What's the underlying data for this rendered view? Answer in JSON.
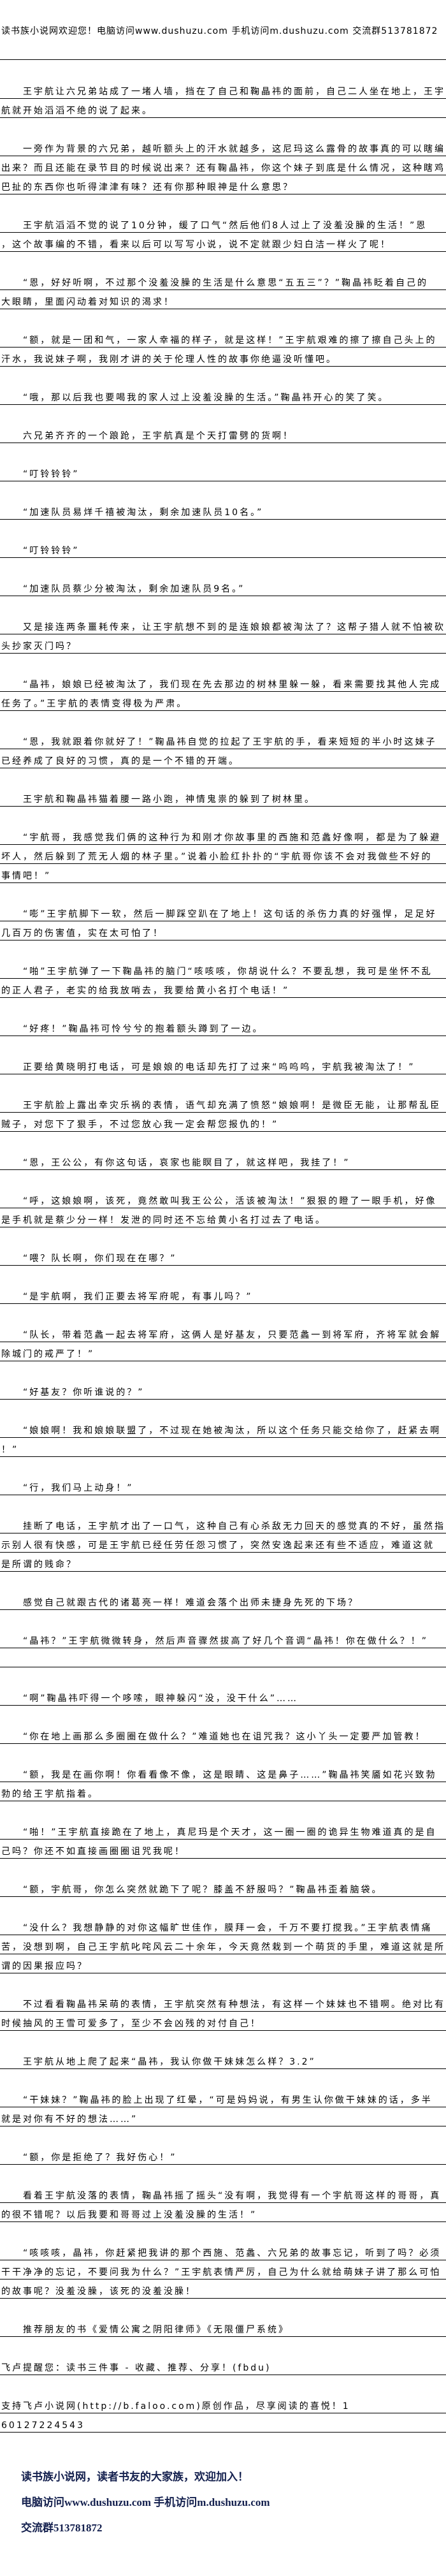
{
  "header": {
    "text": "读书族小说网欢迎您！电脑访问www.dushuzu.com 手机访问m.dushuzu.com 交流群513781872"
  },
  "paragraphs": [
    {
      "indent": true,
      "lines": [
        "王宇航让六兄弟站成了一堵人墙，挡在了自己和鞠晶祎的面前，自己二人坐在地上，王宇",
        "航就开始滔滔不绝的说了起来。"
      ]
    },
    {
      "indent": true,
      "lines": [
        "一旁作为背景的六兄弟，越听额头上的汗水就越多，这尼玛这么露骨的故事真的可以瞎编",
        "出来？而且还能在录节目的时候说出来？还有鞠晶祎，你这个妹子到底是什么情况，这种瞎鸡",
        "巴扯的东西你也听得津津有味？还有你那种眼神是什么意思？"
      ]
    },
    {
      "indent": true,
      "lines": [
        "王宇航滔滔不觉的说了10分钟，缓了口气“然后他们8人过上了没羞没臊的生活！”恩",
        "，这个故事编的不错，看来以后可以写写小说，说不定就跟少妇白洁一样火了呢！"
      ]
    },
    {
      "indent": true,
      "lines": [
        "“恩，好好听啊，不过那个没羞没臊的生活是什么意思“五五三”？”鞠晶祎眨着自己的",
        "大眼睛，里面闪动着对知识的渴求！"
      ]
    },
    {
      "indent": true,
      "lines": [
        "“额，就是一团和气，一家人幸福的样子，就是这样！”王宇航艰难的擦了擦自己头上的",
        "汗水，我说妹子啊，我刚才讲的关于伦理人性的故事你绝逼没听懂吧。"
      ]
    },
    {
      "indent": true,
      "lines": [
        "“哦，那以后我也要喝我的家人过上没羞没臊的生活。”鞠晶祎开心的笑了笑。"
      ]
    },
    {
      "indent": true,
      "lines": [
        "六兄弟齐齐的一个踉跄，王宇航真是个天打雷劈的货啊！"
      ]
    },
    {
      "indent": true,
      "lines": [
        "“叮铃铃铃”"
      ]
    },
    {
      "indent": true,
      "lines": [
        "“加速队员易烊千禧被淘汰，剩余加速队员10名。”"
      ]
    },
    {
      "indent": true,
      "lines": [
        "“叮铃铃铃”"
      ]
    },
    {
      "indent": true,
      "lines": [
        "“加速队员蔡少分被淘汰，剩余加速队员9名。”"
      ]
    },
    {
      "indent": true,
      "lines": [
        "又是接连两条噩耗传来，让王宇航想不到的是连娘娘都被淘汰了？这帮子猎人就不怕被砍",
        "头抄家灭门吗？"
      ]
    },
    {
      "indent": true,
      "lines": [
        "“晶祎，娘娘已经被淘汰了，我们现在先去那边的树林里躲一躲，看来需要找其他人完成",
        "任务了。”王宇航的表情变得极为严肃。"
      ]
    },
    {
      "indent": true,
      "lines": [
        "“恩，我就跟着你就好了！”鞠晶祎自觉的拉起了王宇航的手，看来短短的半小时这妹子",
        "已经养成了良好的习惯，真的是一个不错的开端。"
      ]
    },
    {
      "indent": true,
      "lines": [
        "王宇航和鞠晶祎猫着腰一路小跑，神情鬼祟的躲到了树林里。"
      ]
    },
    {
      "indent": true,
      "lines": [
        "“宇航哥，我感觉我们俩的这种行为和刚才你故事里的西施和范蠡好像啊，都是为了躲避",
        "坏人，然后躲到了荒无人烟的林子里。”说着小脸红扑扑的“宇航哥你该不会对我做些不好的",
        "事情吧！”"
      ]
    },
    {
      "indent": true,
      "lines": [
        "“嘭”王宇航脚下一软，然后一脚踩空趴在了地上！这句话的杀伤力真的好强悍，足足好",
        "几百万的伤害值，实在太可怕了！"
      ]
    },
    {
      "indent": true,
      "lines": [
        "“啪”王宇航弹了一下鞠晶祎的脑门“咳咳咳，你胡说什么？不要乱想，我可是坐怀不乱",
        "的正人君子，老实的给我放哨去，我要给黄小名打个电话！”"
      ]
    },
    {
      "indent": true,
      "lines": [
        "“好疼！”鞠晶祎可怜兮兮的抱着额头蹲到了一边。"
      ]
    },
    {
      "indent": true,
      "lines": [
        "正要给黄晓明打电话，可是娘娘的电话却先打了过来“呜呜呜，宇航我被淘汰了！”"
      ]
    },
    {
      "indent": true,
      "lines": [
        "王宇航脸上露出幸灾乐祸的表情，语气却充满了愤怒“娘娘啊！是微臣无能，让那帮乱臣",
        "贼子，对您下了狠手，不过您放心我一定会帮您报仇的！”"
      ]
    },
    {
      "indent": true,
      "lines": [
        "“恩，王公公，有你这句话，哀家也能瞑目了，就这样吧，我挂了！”"
      ]
    },
    {
      "indent": true,
      "lines": [
        "“呼，这娘娘啊，该死，竟然敢叫我王公公，活该被淘汰！”狠狠的瞪了一眼手机，好像",
        "是手机就是蔡少分一样！发泄的同时还不忘给黄小名打过去了电话。"
      ]
    },
    {
      "indent": true,
      "lines": [
        "“喂？队长啊，你们现在在哪？”"
      ]
    },
    {
      "indent": true,
      "lines": [
        "“是宇航啊，我们正要去将军府呢，有事儿吗？”"
      ]
    },
    {
      "indent": true,
      "lines": [
        "“队长，带着范蠡一起去将军府，这俩人是好基友，只要范蠡一到将军府，齐将军就会解",
        "除城门的戒严了！”"
      ]
    },
    {
      "indent": true,
      "lines": [
        "“好基友？你听谁说的？”"
      ]
    },
    {
      "indent": true,
      "lines": [
        "“娘娘啊！我和娘娘联盟了，不过现在她被淘汰，所以这个任务只能交给你了，赶紧去啊",
        "！”"
      ]
    },
    {
      "indent": true,
      "lines": [
        "“行，我们马上动身！”"
      ]
    },
    {
      "indent": true,
      "lines": [
        "挂断了电话，王宇航才出了一口气，这种自己有心杀敌无力回天的感觉真的不好，虽然指",
        "示别人很有快感，可是王宇航已经任劳任怨习惯了，突然安逸起来还有些不适应，难道这就",
        "是所谓的贱命？"
      ]
    },
    {
      "indent": true,
      "lines": [
        "感觉自己就跟古代的诸葛亮一样！难道会落个出师未捷身先死的下场？"
      ]
    },
    {
      "indent": true,
      "lines": [
        "“晶祎？”王宇航微微转身，然后声音骤然拔高了好几个音调“晶祎！你在做什么？！”",
        ""
      ]
    },
    {
      "indent": true,
      "lines": [
        "“啊”鞠晶祎吓得一个哆嗦，眼神躲闪“没，没干什么”……"
      ]
    },
    {
      "indent": true,
      "lines": [
        "“你在地上画那么多圈圈在做什么？”难道她也在诅咒我？这小丫头一定要严加管教！"
      ]
    },
    {
      "indent": true,
      "lines": [
        "“额，我是在画你啊！你看看像不像，这是眼睛、这是鼻子……”鞠晶祎笑靥如花兴致勃",
        "勃的给王宇航指着。"
      ]
    },
    {
      "indent": true,
      "lines": [
        "“啪！”王宇航直接跪在了地上，真尼玛是个天才，这一圈一圈的诡异生物难道真的是自",
        "己吗？你还不如直接画圈圈诅咒我呢！"
      ]
    },
    {
      "indent": true,
      "lines": [
        "“额，宇航哥，你怎么突然就跪下了呢？膝盖不舒服吗？”鞠晶祎歪着脑袋。"
      ]
    },
    {
      "indent": true,
      "lines": [
        "“没什么？我想静静的对你这幅旷世佳作，膜拜一会，千万不要打搅我。”王宇航表情痛",
        "苦，没想到啊，自己王宇航叱咤风云二十余年，今天竟然栽到一个萌货的手里，难道这就是所",
        "谓的因果报应吗？"
      ]
    },
    {
      "indent": true,
      "lines": [
        "不过看看鞠晶祎呆萌的表情，王宇航突然有种想法，有这样一个妹妹也不错啊。绝对比有",
        "时候抽风的王雪可爱多了，至少不会凶残的对付自己！"
      ]
    },
    {
      "indent": true,
      "lines": [
        "王宇航从地上爬了起来“晶祎，我认你做干妹妹怎么样？3.2”"
      ]
    },
    {
      "indent": true,
      "lines": [
        "“干妹妹？”鞠晶祎的脸上出现了红晕，“可是妈妈说，有男生认你做干妹妹的话，多半",
        "就是对你有不好的想法……”"
      ]
    },
    {
      "indent": true,
      "lines": [
        "“额，你是拒绝了？我好伤心！”"
      ]
    },
    {
      "indent": true,
      "lines": [
        "看着王宇航没落的表情，鞠晶祎摇了摇头“没有啊，我觉得有一个宇航哥这样的哥哥，真",
        "的很不错呢？以后我要和哥哥过上没羞没臊的生活！”"
      ]
    },
    {
      "indent": true,
      "lines": [
        "“咳咳咳，晶祎，你赶紧把我讲的那个西施、范蠡、六兄弟的故事忘记，听到了吗？必须",
        "干干净净的忘记，不要问我为什么？”王宇航表情严厉，自己为什么就给萌妹子讲了那么可怕",
        "的故事呢？没羞没臊，该死的没羞没臊！"
      ]
    },
    {
      "indent": true,
      "lines": [
        "推荐朋友的书《爱情公寓之阴阳律师》《无限僵尸系统》"
      ]
    },
    {
      "indent": false,
      "lines": [
        "飞卢提醒您：读书三件事 - 收藏、推荐、分享！(fbdu)"
      ]
    },
    {
      "indent": false,
      "lines": [
        "支持飞卢小说网(http://b.faloo.com)原创作品，尽享阅读的喜悦！1",
        "60127224543"
      ]
    }
  ],
  "footer": {
    "line1": "读书族小说网，读者书友的大家族，欢迎加入！",
    "line2": "电脑访问www.dushuzu.com 手机访问m.dushuzu.com",
    "line3": "交流群513781872"
  }
}
